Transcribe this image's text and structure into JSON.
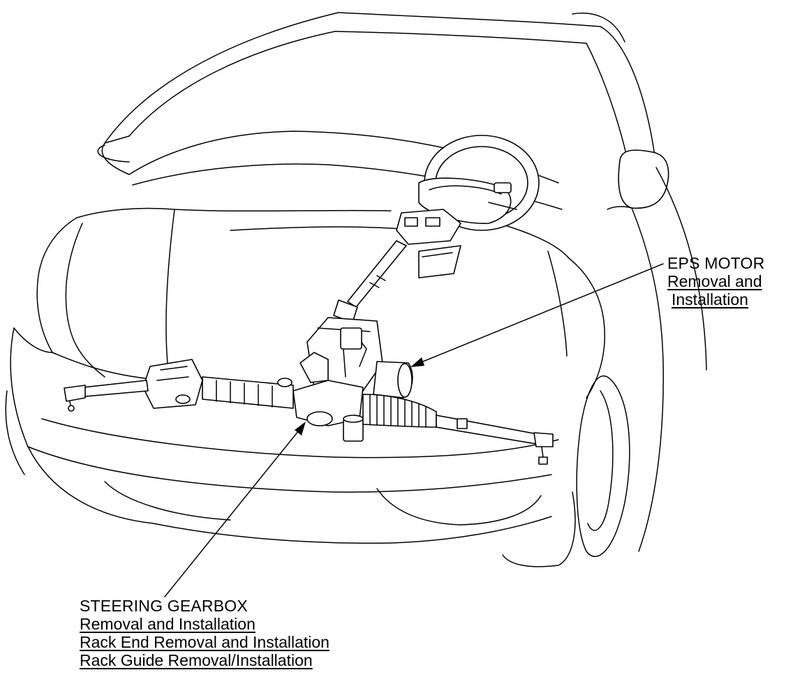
{
  "callouts": {
    "eps_motor": {
      "heading": "EPS MOTOR",
      "links": [
        "Removal and",
        "Installation"
      ]
    },
    "steering_gearbox": {
      "heading": "STEERING GEARBOX",
      "links": [
        "Removal and Installation",
        "Rack End Removal and Installation",
        "Rack Guide Removal/Installation"
      ]
    }
  },
  "icons": [
    "car-body-outline",
    "steering-wheel-icon",
    "steering-column-icon",
    "steering-gearbox-icon",
    "eps-motor-icon",
    "tie-rod-icon",
    "boot-icon"
  ],
  "colors": {
    "ink": "#000000",
    "paper": "#ffffff"
  }
}
